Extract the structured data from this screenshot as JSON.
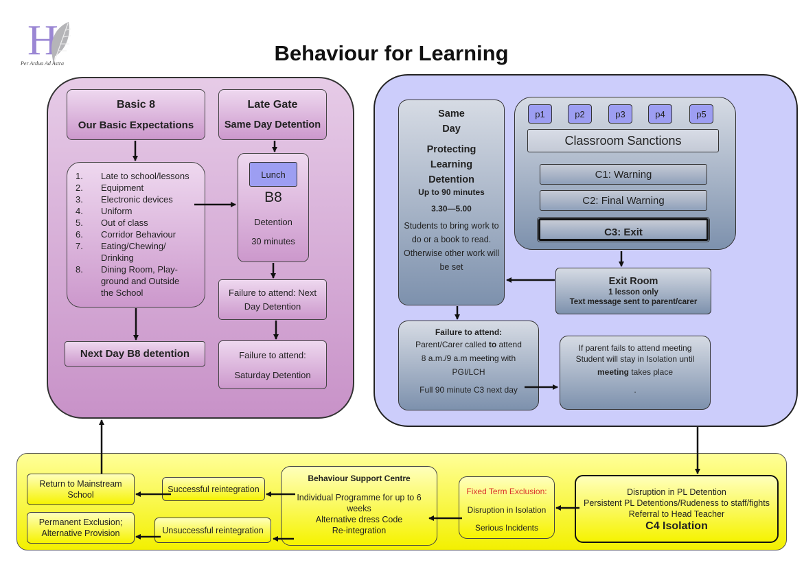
{
  "logo": {
    "letter": "H",
    "motto": "Per Ardua Ad Astra",
    "icon": "feather-icon"
  },
  "title": "Behaviour for Learning",
  "colors": {
    "purple_panel": "#d7acd8",
    "blue_panel": "#cccdfb",
    "yellow_panel": "#f8f600",
    "period_button": "#9d9ef2",
    "exclusion_red": "#d9342b"
  },
  "left_panel": {
    "basic8": {
      "title": "Basic 8",
      "subtitle": "Our Basic Expectations"
    },
    "late_gate": {
      "title": "Late Gate",
      "subtitle": "Same Day Detention"
    },
    "expectations": [
      {
        "num": "1.",
        "text": "Late to school/lessons"
      },
      {
        "num": "2.",
        "text": "Equipment"
      },
      {
        "num": "3.",
        "text": "Electronic devices"
      },
      {
        "num": "4.",
        "text": "Uniform"
      },
      {
        "num": "5.",
        "text": "Out of class"
      },
      {
        "num": "6.",
        "text": "Corridor Behaviour"
      },
      {
        "num": "7.",
        "text": "Eating/Chewing/ Drinking"
      },
      {
        "num": "8.",
        "text": "Dining Room, Play-ground and Outside the School"
      }
    ],
    "b8_detention": {
      "badge": "Lunch",
      "title": "B8",
      "line1": "Detention",
      "line2": "30 minutes"
    },
    "next_day_b8": "Next Day B8 detention",
    "failure_next_day": "Failure to attend:  Next Day Detention",
    "failure_saturday": {
      "line1": "Failure to attend:",
      "line2": "Saturday Detention"
    }
  },
  "right_panel": {
    "pl_detention": {
      "line1": "Same",
      "line2": "Day",
      "line3": "Protecting",
      "line4": "Learning",
      "line5": "Detention",
      "duration": "Up to  90 minutes",
      "time": "3.30—5.00",
      "note": "Students to bring work to do or a book to read. Otherwise other work will be set"
    },
    "periods": [
      "p1",
      "p2",
      "p3",
      "p4",
      "p5"
    ],
    "sanctions_title": "Classroom Sanctions",
    "sanctions": [
      "C1: Warning",
      "C2: Final Warning",
      "C3: Exit"
    ],
    "exit_room": {
      "title": "Exit Room",
      "line1": "1 lesson only",
      "line2": "Text message sent to parent/carer"
    },
    "failure_attend": {
      "title": "Failure to attend:",
      "line1_a": "Parent/Carer called ",
      "line1_b": "to",
      "line1_c": " attend",
      "line2": "8 a.m./9 a.m meeting with",
      "line3": "PGI/LCH",
      "line4": "Full 90 minute C3 next day"
    },
    "parent_fails": {
      "line1": "If parent fails to attend meeting",
      "line2": "Student will stay in Isolation  until",
      "line3_a": "meeting",
      "line3_b": " takes place",
      "line4": "."
    }
  },
  "bottom_panel": {
    "return_mainstream": "Return to Mainstream School",
    "permanent_exclusion": "Permanent Exclusion; Alternative Provision",
    "successful": "Successful reintegration",
    "unsuccessful": "Unsuccessful reintegration",
    "bsc": {
      "title": "Behaviour Support Centre",
      "line1": "Individual Programme for up to 6 weeks",
      "line2": "Alternative dress Code",
      "line3": "Re-integration"
    },
    "fixed_term": {
      "title": "Fixed Term Exclusion:",
      "line1": "Disruption in Isolation",
      "line2": "Serious Incidents"
    },
    "c4": {
      "line1": "Disruption in PL Detention",
      "line2": "Persistent PL Detentions/Rudeness to staff/fights",
      "line3": "Referral to Head Teacher",
      "title": "C4 Isolation"
    }
  }
}
